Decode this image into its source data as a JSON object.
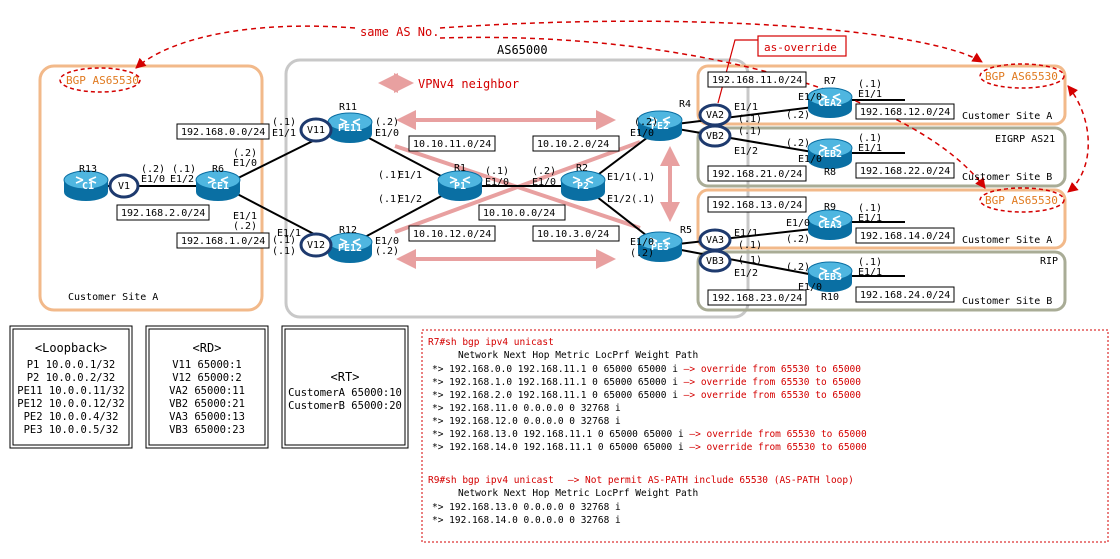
{
  "annotations": {
    "same_as": "same AS No.",
    "as65000": "AS65000",
    "vpnv4": "VPNv4 neighbor",
    "as_override": "as-override",
    "bgp_site_left": "BGP AS65530",
    "bgp_r7": "BGP AS65530",
    "bgp_r9": "BGP AS65530",
    "eigrp": "EIGRP AS21",
    "rip": "RIP",
    "site_a_left": "Customer Site A",
    "site_a_r7": "Customer Site A",
    "site_b_r8": "Customer Site B",
    "site_a_r9": "Customer Site A",
    "site_b_r10": "Customer Site B"
  },
  "routers": {
    "R13": "R13",
    "C1": "C1",
    "R6": "R6",
    "CE1": "CE1",
    "V1": "V1",
    "R11": "R11",
    "PE11": "PE11",
    "V11": "V11",
    "R12": "R12",
    "PE12": "PE12",
    "V12": "V12",
    "R1": "R1",
    "P1": "P1",
    "R2": "R2",
    "P2": "P2",
    "R4": "R4",
    "PE2": "PE2",
    "VA2": "VA2",
    "VB2": "VB2",
    "R5": "R5",
    "PE3": "PE3",
    "VA3": "VA3",
    "VB3": "VB3",
    "R7": "R7",
    "CEA2": "CEA2",
    "R8": "R8",
    "CEB2": "CEB2",
    "R9": "R9",
    "CEA3": "CEA3",
    "R10": "R10",
    "CEB3": "CEB3"
  },
  "subnets": {
    "s192_168_0": "192.168.0.0/24",
    "s192_168_2": "192.168.2.0/24",
    "s192_168_1": "192.168.1.0/24",
    "s10_10_11": "10.10.11.0/24",
    "s10_10_2": "10.10.2.0/24",
    "s10_10_0": "10.10.0.0/24",
    "s10_10_12": "10.10.12.0/24",
    "s10_10_3": "10.10.3.0/24",
    "s192_168_11": "192.168.11.0/24",
    "s192_168_12": "192.168.12.0/24",
    "s192_168_21": "192.168.21.0/24",
    "s192_168_22": "192.168.22.0/24",
    "s192_168_13": "192.168.13.0/24",
    "s192_168_14": "192.168.14.0/24",
    "s192_168_23": "192.168.23.0/24",
    "s192_168_24": "192.168.24.0/24"
  },
  "ifaces": {
    "r13_v1": "(.2)",
    "r13_e10": "E1/0",
    "r6_v1a": "(.1)",
    "r6_e12": "E1/2",
    "r6_top2": "(.2)",
    "r6_e10": "E1/0",
    "r6_e11": "E1/1",
    "r6_bot2": "(.2)",
    "r11_1": "(.1)",
    "r11_e11": "E1/1",
    "r11_2": "(.2)",
    "r11_e10": "E1/0",
    "r12_1a": "(.1)",
    "r12_e11": "E1/1",
    "r12_1b": "(.1)",
    "r12_e10": "E1/0",
    "r12_2": "(.2)",
    "r1_1a": "(.1)",
    "r1_e11": "E1/1",
    "r1_1b": "(.1)",
    "r1_e12": "E1/2",
    "r1_1c": "(.1)",
    "r1_e10": "E1/0",
    "r2_2": "(.2)",
    "r2_e10": "E1/0",
    "r2_e11": "E1/1(.1)",
    "r2_e12": "E1/2(.1)",
    "r4_2": "(.2)",
    "r4_e10": "E1/0",
    "r4_e11": "E1/1",
    "r4_1a": "(.1)",
    "r4_1b": "(.1)",
    "r4_e12": "E1/2",
    "r5_e10": "E1/0",
    "r5_2": "(.2)",
    "r5_e11": "E1/1",
    "r5_1a": "(.1)",
    "r5_1b": "(.1)",
    "r5_e12": "E1/2",
    "r7_1": "(.1)",
    "r7_e11": "E1/1",
    "r7_e10": "E1/0",
    "r7_2": "(.2)",
    "r8_2": "(.2)",
    "r8_1": "(.1)",
    "r8_e11": "E1/1",
    "r8_e10": "E1/0",
    "r9_1": "(.1)",
    "r9_e11": "E1/1",
    "r9_e10": "E1/0",
    "r9_2": "(.2)",
    "r10_2": "(.2)",
    "r10_1": "(.1)",
    "r10_e11": "E1/1",
    "r10_e10": "E1/0"
  },
  "loopback": {
    "title": "<Loopback>",
    "rows": [
      "P1 10.0.0.1/32",
      "P2 10.0.0.2/32",
      "PE11 10.0.0.11/32",
      "PE12 10.0.0.12/32",
      "PE2 10.0.0.4/32",
      "PE3 10.0.0.5/32"
    ]
  },
  "rd": {
    "title": "<RD>",
    "rows": [
      "V11 65000:1",
      "V12 65000:2",
      "VA2 65000:11",
      "VB2 65000:21",
      "VA3 65000:13",
      "VB3 65000:23"
    ]
  },
  "rt": {
    "title": "<RT>",
    "rows": [
      "CustomerA 65000:10",
      "CustomerB 65000:20"
    ]
  },
  "output": {
    "cmd1": "R7#sh bgp ipv4 unicast",
    "header1": "Network          Next Hop        Metric LocPrf Weight Path",
    "rows1": [
      {
        "pre": "*>  192.168.0.0     192.168.11.1                          0 65000 65000 i ",
        "note": "—> override from 65530 to 65000"
      },
      {
        "pre": "*>  192.168.1.0     192.168.11.1                          0 65000 65000 i ",
        "note": "—> override from 65530 to 65000"
      },
      {
        "pre": "*>  192.168.2.0     192.168.11.1                          0 65000 65000 i ",
        "note": "—> override from 65530 to 65000"
      },
      {
        "pre": "*>  192.168.11.0    0.0.0.0                0         32768 i",
        "note": ""
      },
      {
        "pre": "*>  192.168.12.0    0.0.0.0                0         32768 i",
        "note": ""
      },
      {
        "pre": "*>  192.168.13.0    192.168.11.1                          0 65000 65000 i ",
        "note": "—> override from 65530 to 65000"
      },
      {
        "pre": "*>  192.168.14.0    192.168.11.1                          0 65000 65000 i ",
        "note": "—> override from 65530 to 65000"
      }
    ],
    "cmd2": "R9#sh bgp ipv4 unicast",
    "cmd2_note": "—> Not permit AS-PATH include 65530 (AS-PATH loop)",
    "header2": "Network          Next Hop        Metric LocPrf Weight Path",
    "rows2": [
      "*>  192.168.13.0    0.0.0.0                0         32768 i",
      "*>  192.168.14.0    0.0.0.0                0         32768 i"
    ]
  }
}
